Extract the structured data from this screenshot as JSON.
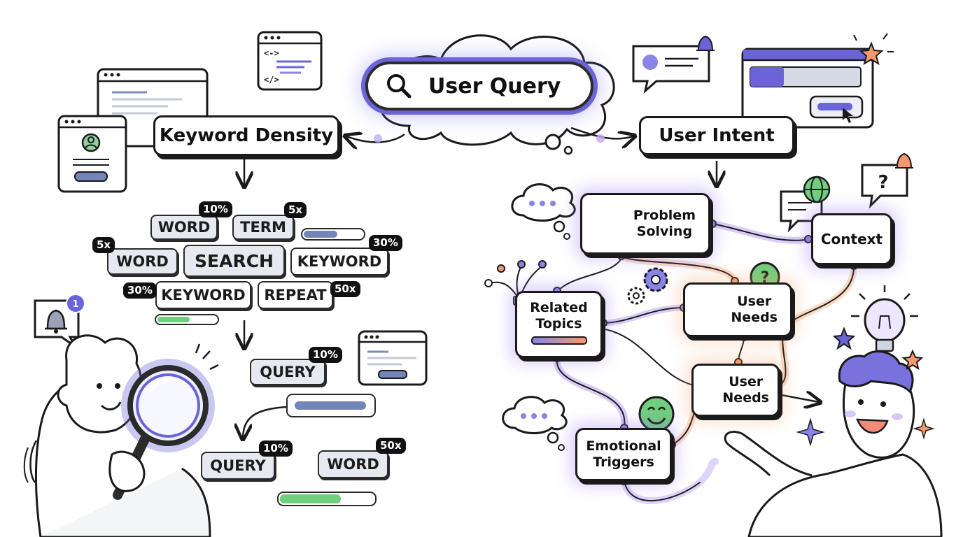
{
  "user_query": {
    "label": "User Query",
    "icon": "search-icon"
  },
  "keyword_side": {
    "heading": "Keyword Density",
    "chips": [
      {
        "label": "WORD"
      },
      {
        "label": "TERM"
      },
      {
        "label": "WORD"
      },
      {
        "label": "SEARCH"
      },
      {
        "label": "KEYWORD"
      },
      {
        "label": "KEYWORD"
      },
      {
        "label": "REPEAT"
      },
      {
        "label": "QUERY"
      },
      {
        "label": "QUERY"
      },
      {
        "label": "WORD"
      }
    ],
    "badges": [
      "10%",
      "5x",
      "5x",
      "30%",
      "30%",
      "50x",
      "10%",
      "10%",
      "50x"
    ],
    "notification_count": "1",
    "code_icon_lines": [
      "<->",
      "</>"
    ]
  },
  "intent_side": {
    "heading": "User Intent",
    "nodes": {
      "problem_solving": "Problem\nSolving",
      "context": "Context",
      "related_topics": "Related\nTopics",
      "user_needs_1": "User\nNeeds",
      "user_needs_2": "User\nNeeds",
      "emotional_triggers": "Emotional\nTriggers"
    },
    "question_mark": "?"
  },
  "colors": {
    "accent_purple": "#6b64d8",
    "accent_orange": "#f39a6c",
    "bar_blue": "#7384b8",
    "bar_green": "#6fcf7d",
    "chip_fill": "#e6e9ef",
    "ink": "#1a1a1a"
  }
}
